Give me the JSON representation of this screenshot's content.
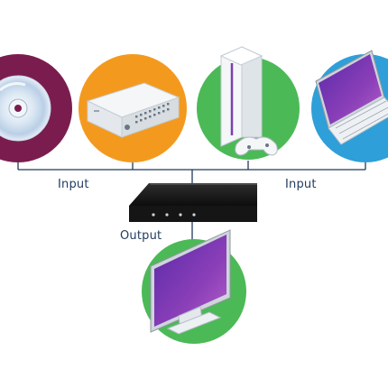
{
  "labels": {
    "input_left": "Input",
    "input_right": "Input",
    "output": "Output"
  },
  "devices": [
    {
      "icon": "disc-icon",
      "circle_color": "#7a1d4e"
    },
    {
      "icon": "set-top-box-icon",
      "circle_color": "#f39a1e"
    },
    {
      "icon": "game-console-icon",
      "circle_color": "#4cb957"
    },
    {
      "icon": "laptop-icon",
      "circle_color": "#2e9fd8"
    }
  ],
  "switch": {
    "icon": "hdmi-switch-icon"
  },
  "output_device": {
    "icon": "monitor-icon",
    "circle_color": "#4cb957"
  },
  "colors": {
    "line": "#1f3a5c",
    "screen_purple": "#7b3fb0"
  }
}
